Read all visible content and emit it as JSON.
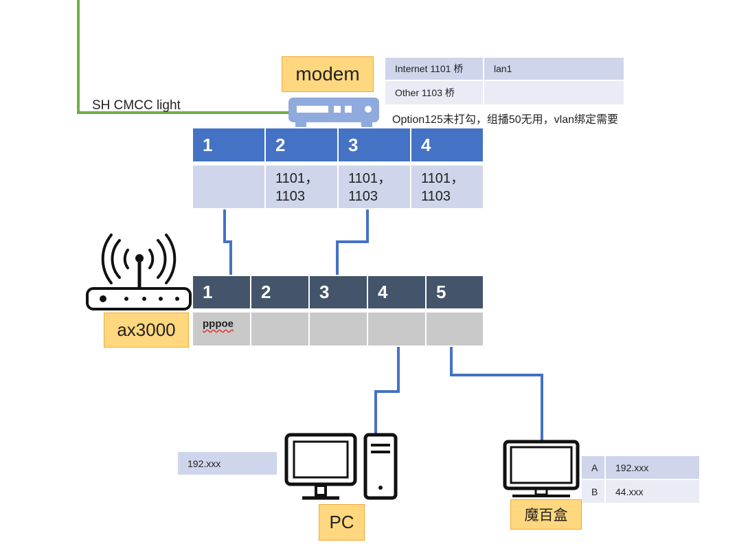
{
  "fiber": {
    "label": "SH CMCC light"
  },
  "modem": {
    "label": "modem",
    "vlan_table": [
      {
        "name": "Internet 1101 桥",
        "binding": "lan1"
      },
      {
        "name": "Other 1103 桥",
        "binding": ""
      }
    ],
    "note": "Option125未打勾，组播50无用，vlan绑定需要",
    "ports": [
      {
        "number": "1",
        "vlans": ""
      },
      {
        "number": "2",
        "vlans": "1101，\n1103"
      },
      {
        "number": "3",
        "vlans": "1101，\n1103"
      },
      {
        "number": "4",
        "vlans": "1101，\n1103"
      }
    ]
  },
  "router": {
    "label": "ax3000",
    "ports": [
      {
        "number": "1",
        "mode": "pppoe"
      },
      {
        "number": "2",
        "mode": ""
      },
      {
        "number": "3",
        "mode": ""
      },
      {
        "number": "4",
        "mode": ""
      },
      {
        "number": "5",
        "mode": ""
      }
    ]
  },
  "pc": {
    "label": "PC",
    "ip": "192.xxx"
  },
  "iptv_box": {
    "label": "魔百盒",
    "ips": [
      {
        "key": "A",
        "value": "192.xxx"
      },
      {
        "key": "B",
        "value": "44.xxx"
      }
    ]
  },
  "colors": {
    "fiber_line": "#70ad47",
    "cable_line": "#4472c4",
    "modem_port_header": "#4472c4",
    "router_port_header": "#44546a",
    "device_label_fill": "#ffd77e"
  }
}
